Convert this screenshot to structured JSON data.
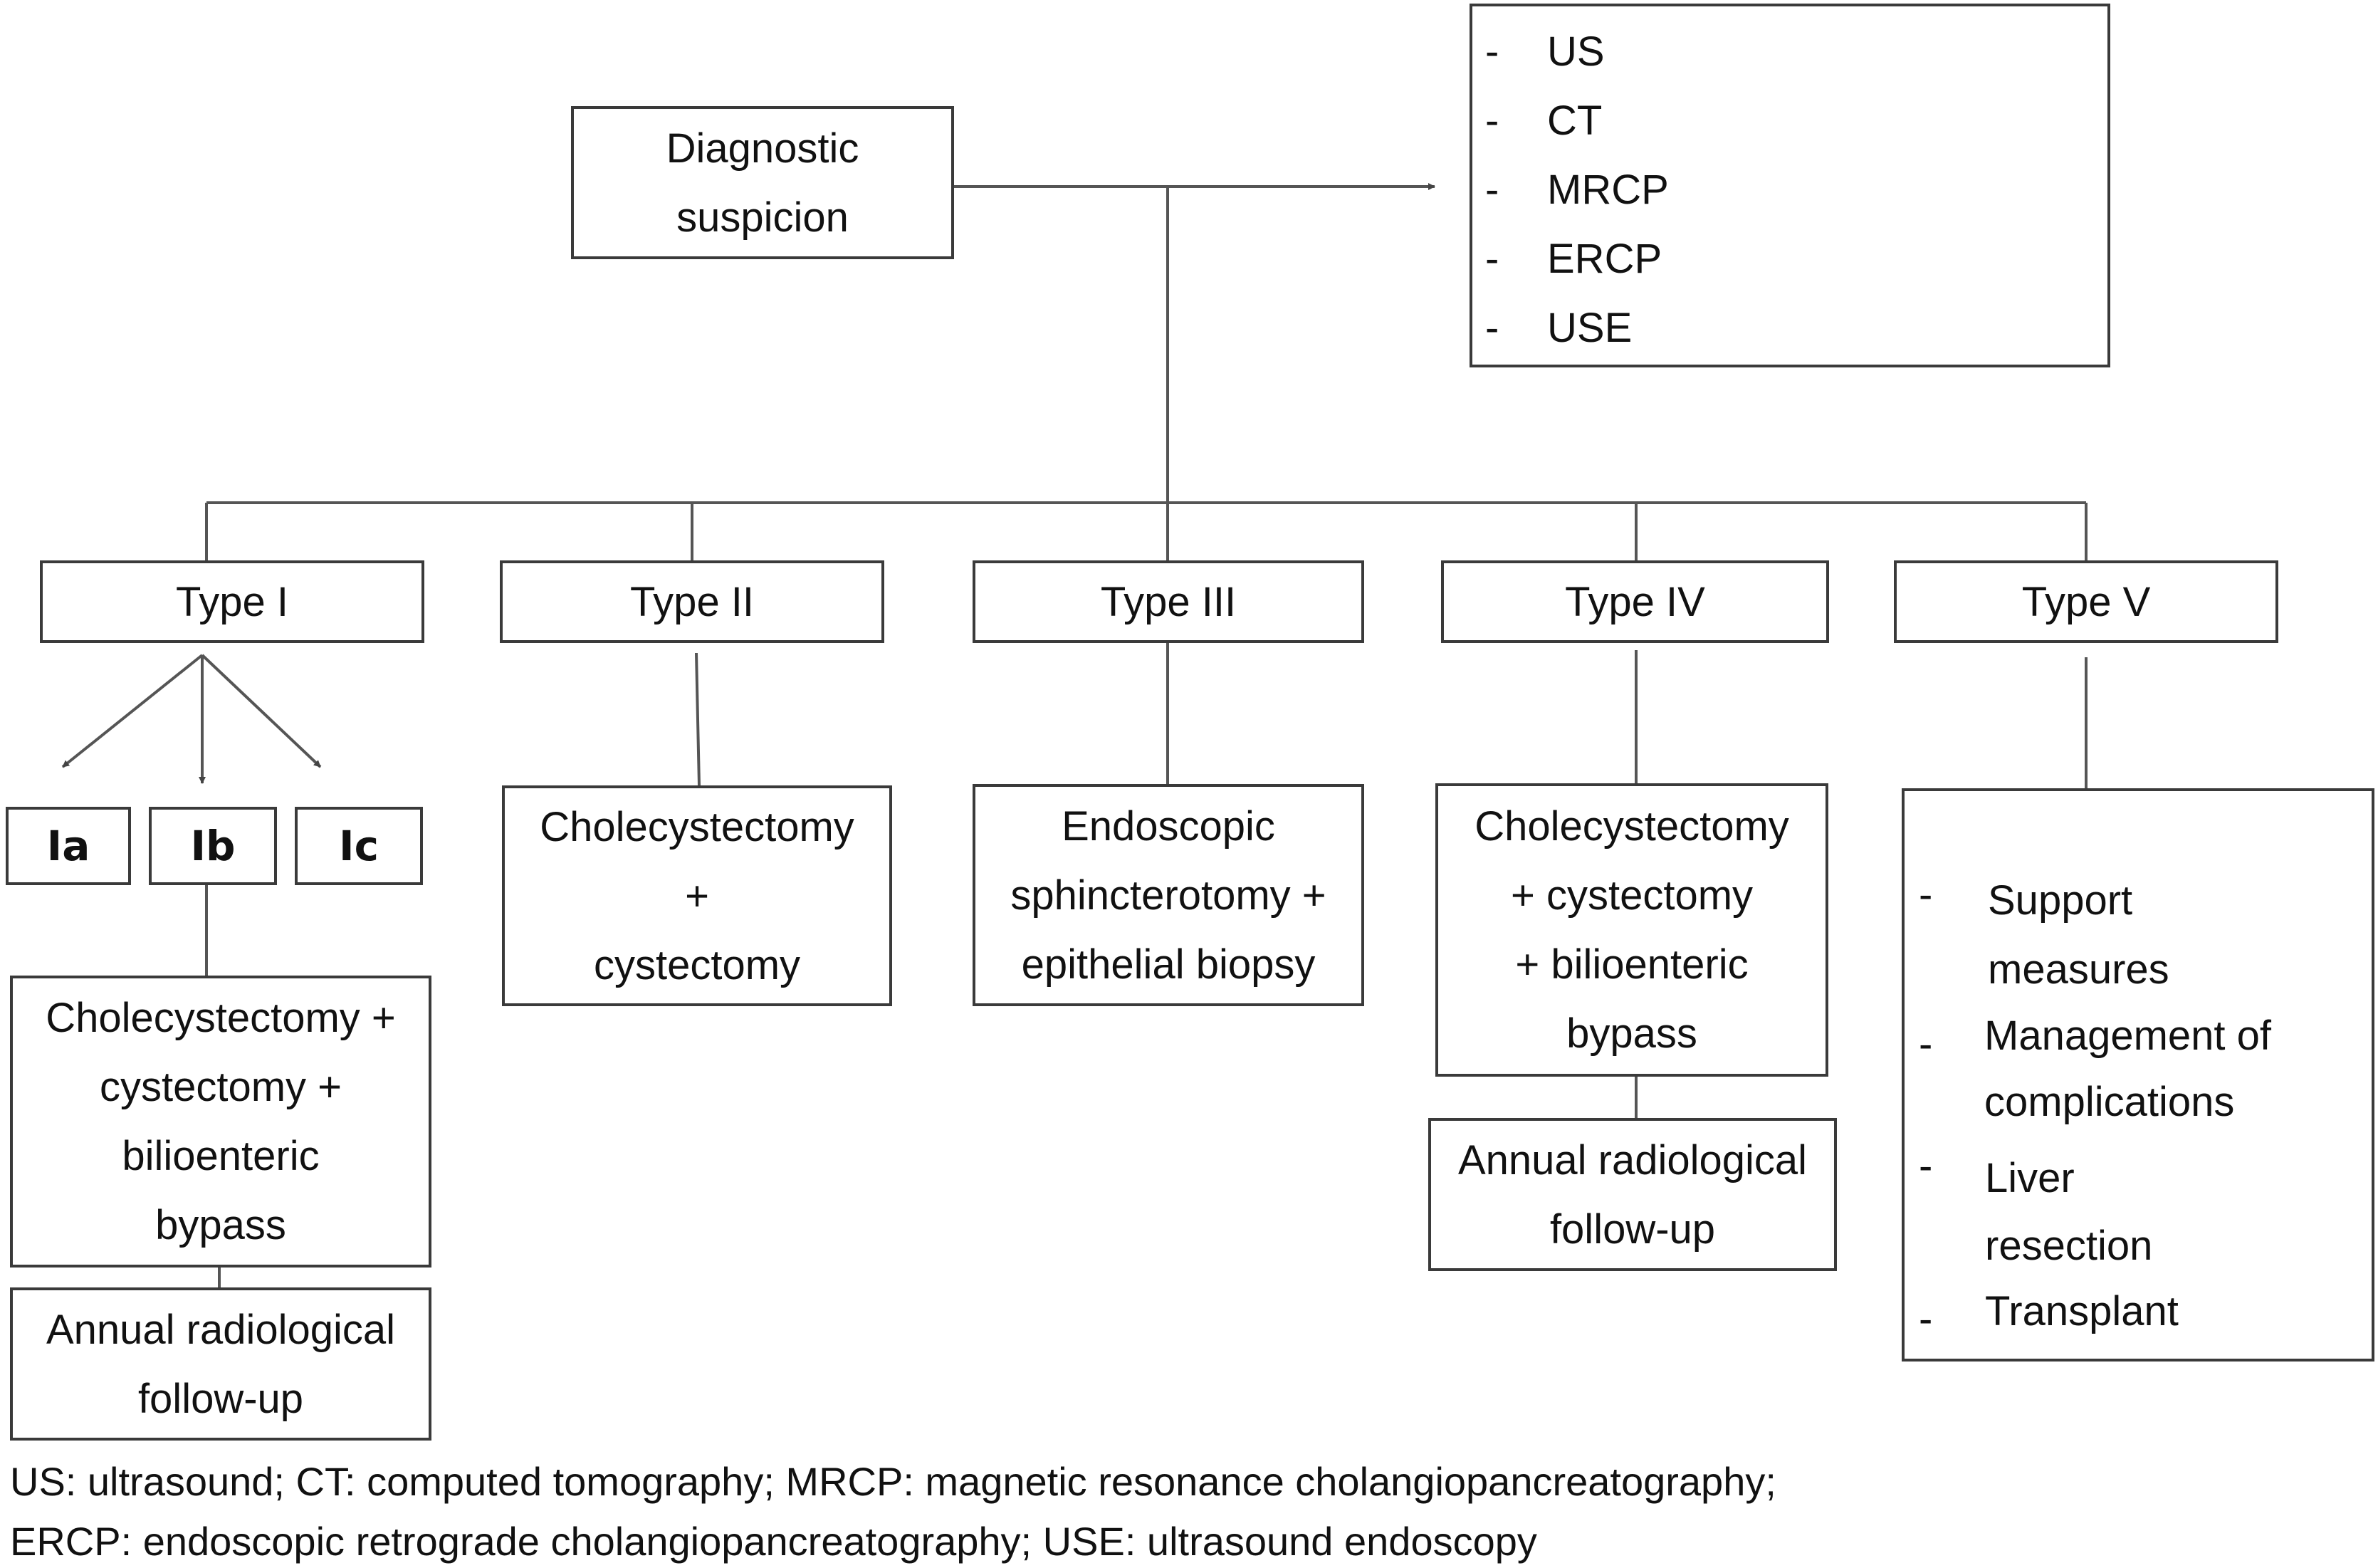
{
  "diagnostic_suspicion": [
    "Diagnostic",
    "suspicion"
  ],
  "modalities": [
    "US",
    "CT",
    "MRCP",
    "ERCP",
    "USE"
  ],
  "types": {
    "type1": "Type I",
    "type2": "Type II",
    "type3": "Type III",
    "type4": "Type IV",
    "type5": "Type V"
  },
  "subtypes": {
    "ia": "Ia",
    "ib": "Ib",
    "ic": "Ic"
  },
  "treatments": {
    "type1": [
      "Cholecystectomy +",
      "cystectomy +",
      "bilioenteric",
      "bypass"
    ],
    "type2": [
      "Cholecystectomy",
      "+",
      "cystectomy"
    ],
    "type3": [
      "Endoscopic",
      "sphincterotomy +",
      "epithelial biopsy"
    ],
    "type4": [
      "Cholecystectomy",
      "+ cystectomy",
      "+ bilioenteric",
      "bypass"
    ],
    "type5": [
      "Support",
      "measures",
      "Management of",
      "complications",
      "Liver",
      "resection",
      "Transplant"
    ]
  },
  "follow_up": {
    "type1": [
      "Annual radiological",
      "follow-up"
    ],
    "type4": [
      "Annual radiological",
      "follow-up"
    ]
  },
  "legend": [
    "US: ultrasound; CT: computed tomography; MRCP: magnetic resonance cholangiopancreatography;",
    "ERCP: endoscopic retrograde cholangiopancreatography; USE: ultrasound endoscopy"
  ]
}
